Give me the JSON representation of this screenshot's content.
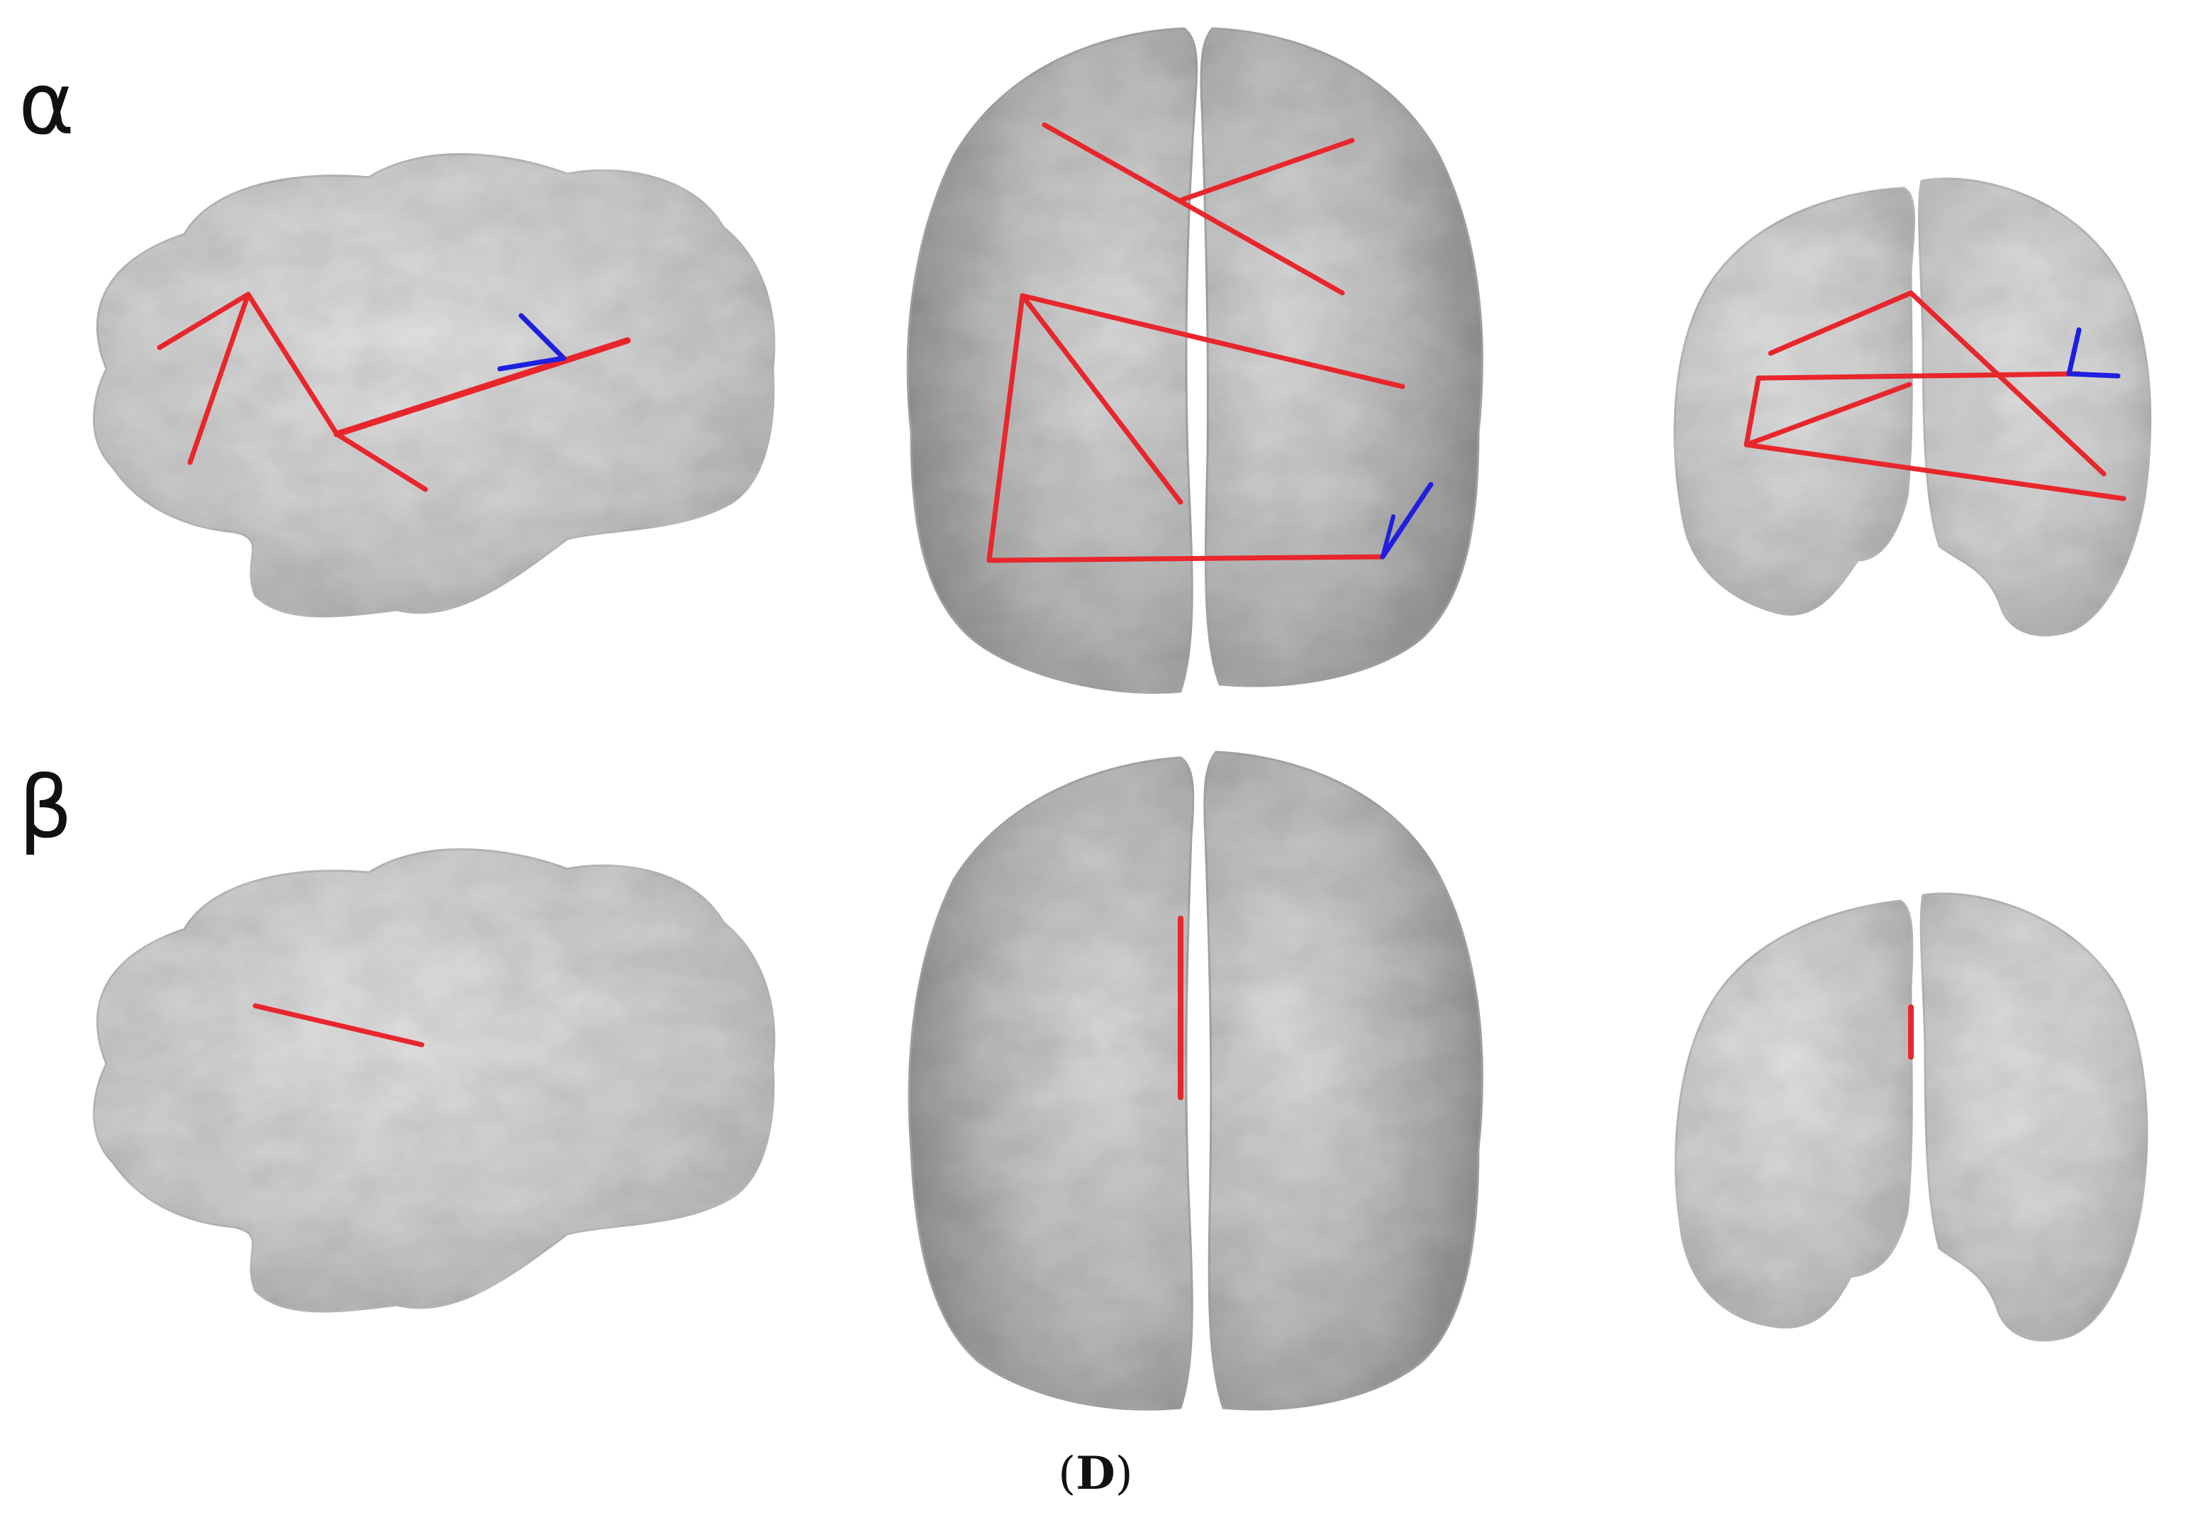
{
  "bands": [
    {
      "id": "alpha",
      "label": "α"
    },
    {
      "id": "beta",
      "label": "β"
    }
  ],
  "caption": {
    "open": "(",
    "letter": "D",
    "close": ")"
  },
  "colors": {
    "background": "#ffffff",
    "brain_fill": "#cfcfcf",
    "brain_shadow": "#9c9c9c",
    "brain_highlight": "#e6e6e6",
    "increased_connectivity": "#e8262c",
    "decreased_connectivity": "#1f1fe0",
    "label_text": "#111111"
  },
  "views": [
    "sagittal",
    "axial",
    "coronal"
  ]
}
